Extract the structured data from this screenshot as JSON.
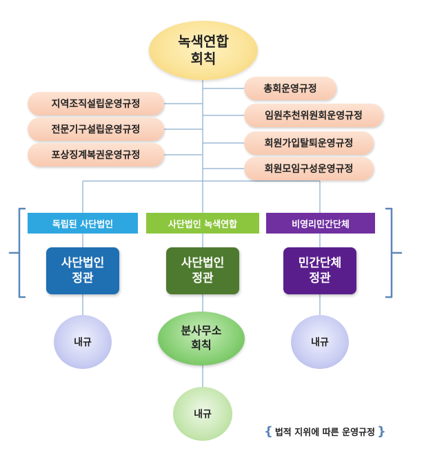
{
  "top": {
    "title": "녹색연합\n회칙"
  },
  "left_rules": [
    "지역조직설립운영규정",
    "전문기구설립운영규정",
    "포상징계복권운영규정"
  ],
  "right_rules": [
    "총회운영규정",
    "임원추천위원회운영규정",
    "회원가입탈퇴운영규정",
    "회원모임구성운영규정"
  ],
  "columns": [
    {
      "header": "독립된 사단법인",
      "box": "사단법인\n정관",
      "bottom": "내규",
      "header_color": "#2ea7e0",
      "box_color": "#1f6fb3"
    },
    {
      "header": "사단법인 녹색연합",
      "box": "사단법인\n정관",
      "sub": "분사무소\n회칙",
      "bottom": "내규",
      "header_color": "#8cc63f",
      "box_color": "#4e7a2f"
    },
    {
      "header": "비영리민간단체",
      "box": "민간단체\n정관",
      "bottom": "내규",
      "header_color": "#7030a0",
      "box_color": "#5a1e8c"
    }
  ],
  "legend": {
    "text": "법적 지위에 따른 운영규정"
  }
}
